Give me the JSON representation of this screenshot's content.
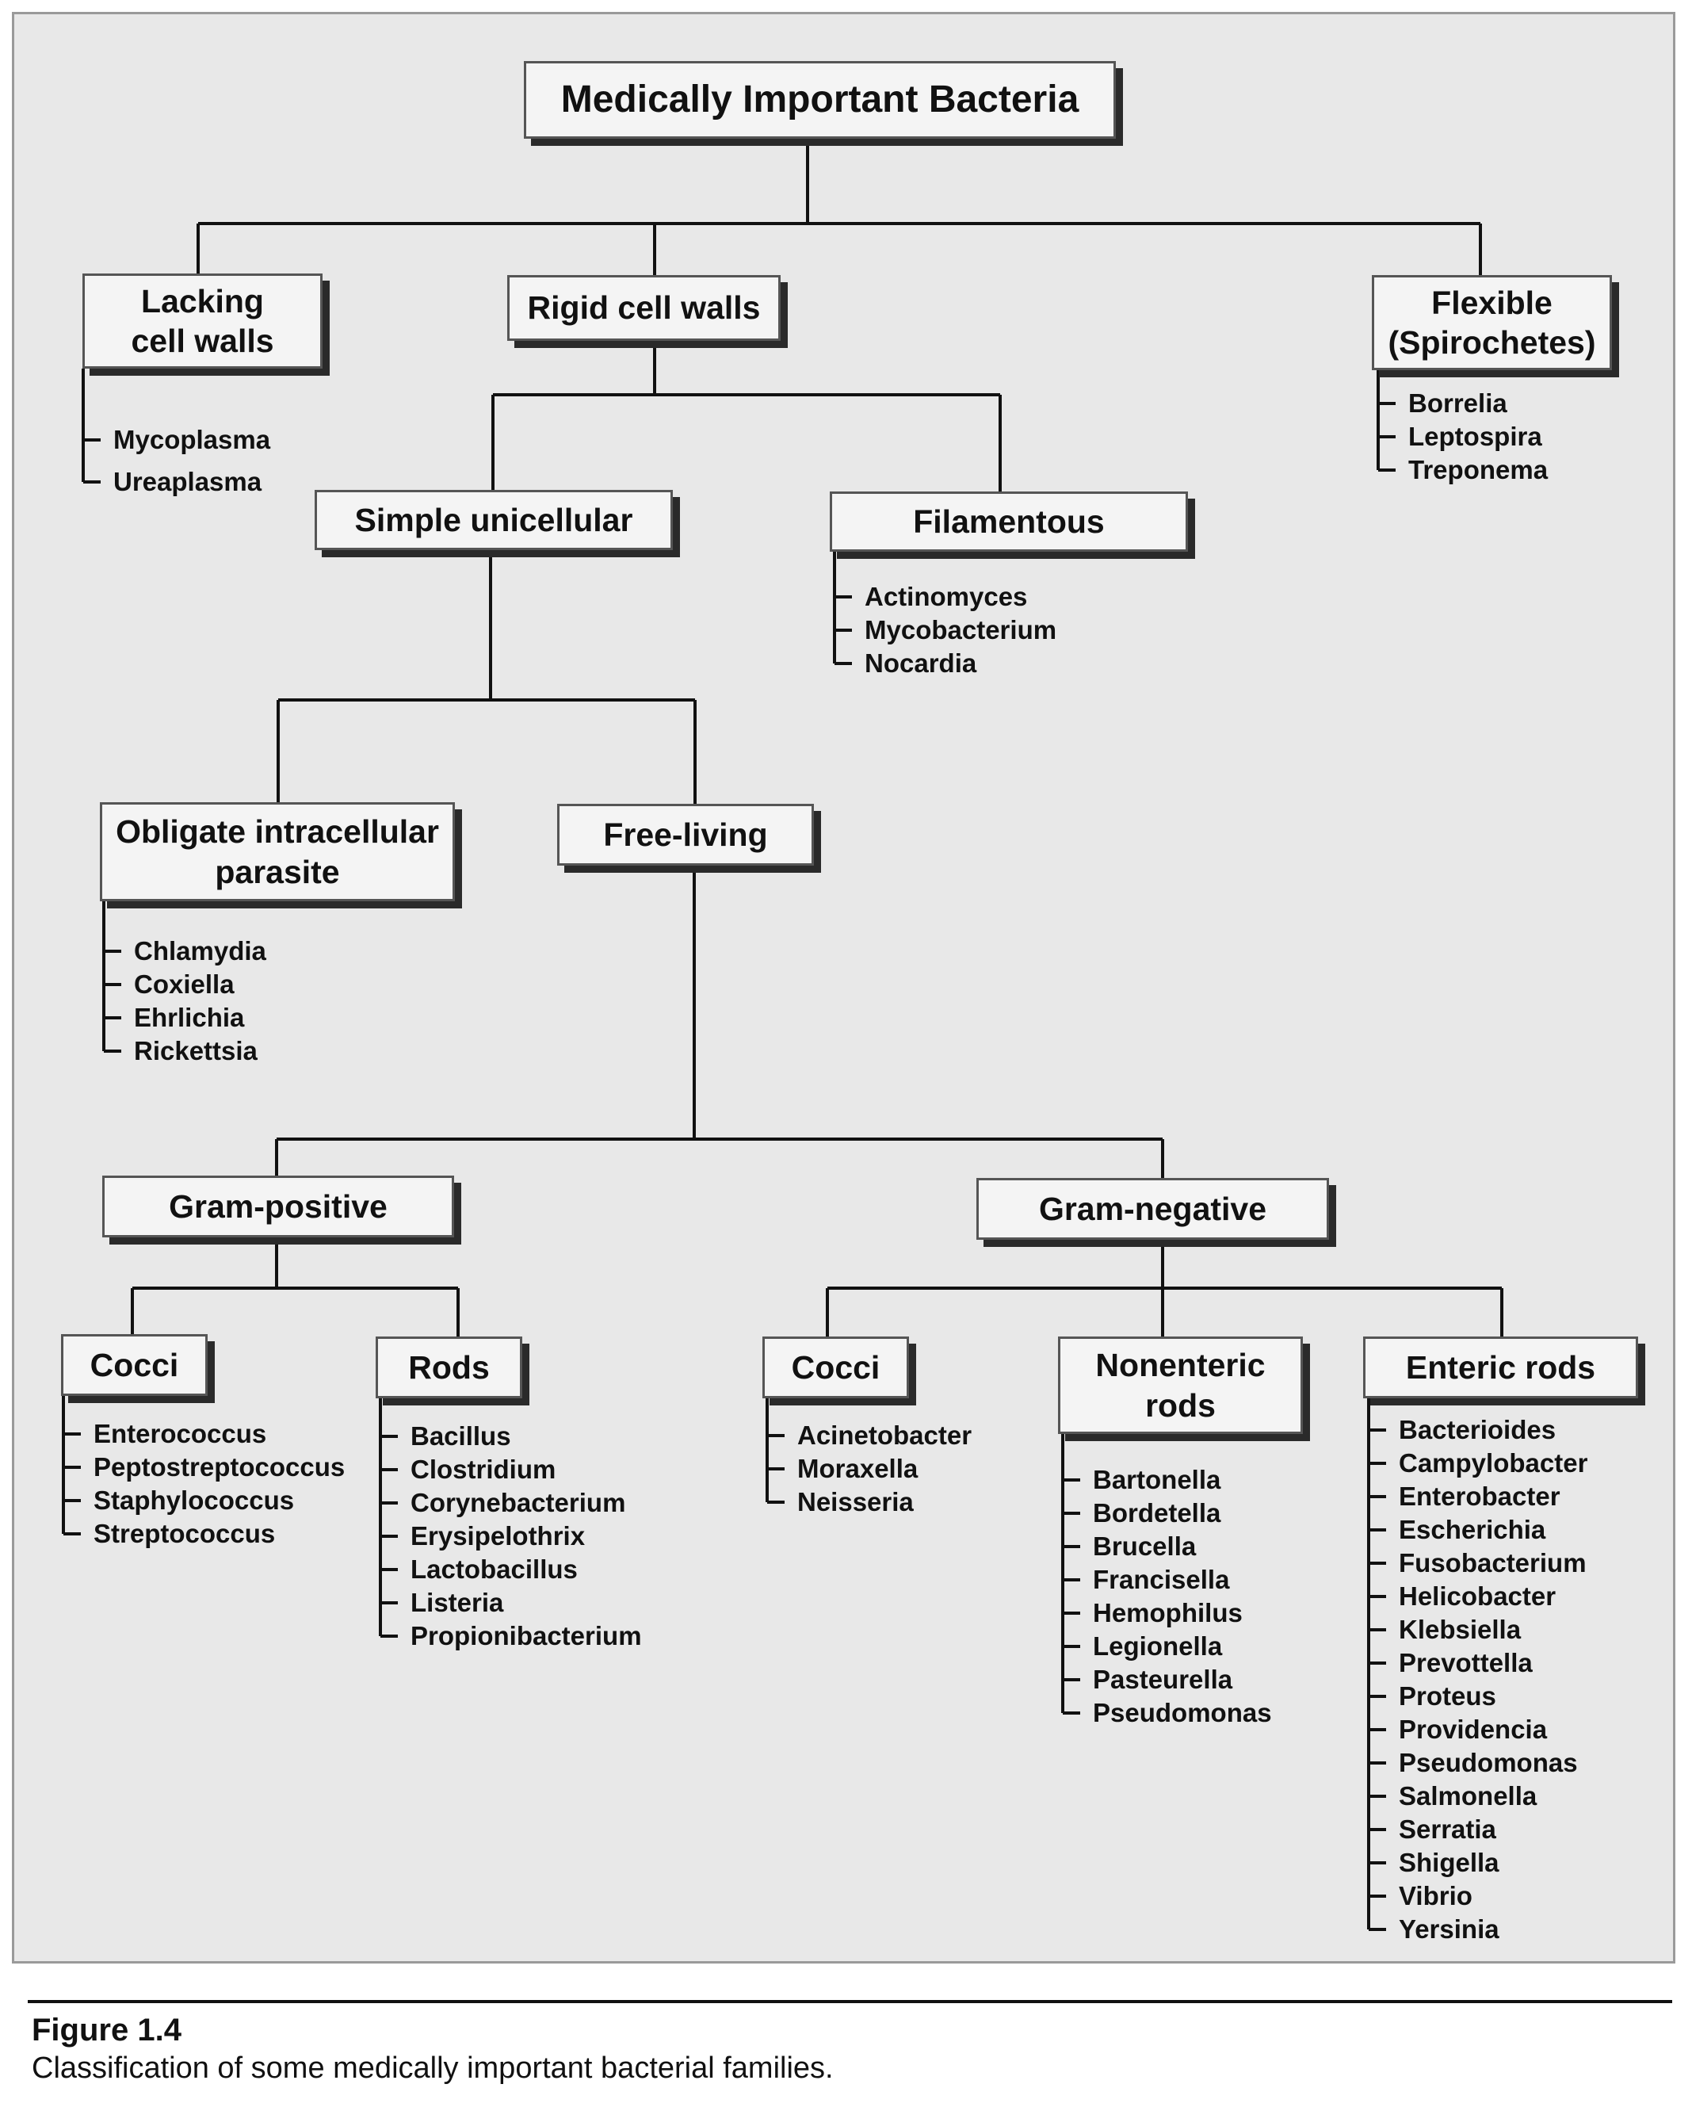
{
  "diagram": {
    "root": "Medically Important Bacteria",
    "categories": {
      "lacking": "Lacking\ncell walls",
      "rigid": "Rigid cell walls",
      "flexible": "Flexible\n(Spirochetes)",
      "simple": "Simple unicellular",
      "filamentous": "Filamentous",
      "obligate": "Obligate intracellular\nparasite",
      "free_living": "Free-living",
      "gram_positive": "Gram-positive",
      "gram_negative": "Gram-negative",
      "gp_cocci": "Cocci",
      "gp_rods": "Rods",
      "gn_cocci": "Cocci",
      "nonenteric": "Nonenteric\nrods",
      "enteric": "Enteric rods"
    },
    "lists": {
      "lacking": [
        "Mycoplasma",
        "Ureaplasma"
      ],
      "flexible": [
        "Borrelia",
        "Leptospira",
        "Treponema"
      ],
      "filamentous": [
        "Actinomyces",
        "Mycobacterium",
        "Nocardia"
      ],
      "obligate": [
        "Chlamydia",
        "Coxiella",
        "Ehrlichia",
        "Rickettsia"
      ],
      "gp_cocci": [
        "Enterococcus",
        "Peptostreptococcus",
        "Staphylococcus",
        "Streptococcus"
      ],
      "gp_rods": [
        "Bacillus",
        "Clostridium",
        "Corynebacterium",
        "Erysipelothrix",
        "Lactobacillus",
        "Listeria",
        "Propionibacterium"
      ],
      "gn_cocci": [
        "Acinetobacter",
        "Moraxella",
        "Neisseria"
      ],
      "nonenteric": [
        "Bartonella",
        "Bordetella",
        "Brucella",
        "Francisella",
        "Hemophilus",
        "Legionella",
        "Pasteurella",
        "Pseudomonas"
      ],
      "enteric": [
        "Bacterioides",
        "Campylobacter",
        "Enterobacter",
        "Escherichia",
        "Fusobacterium",
        "Helicobacter",
        "Klebsiella",
        "Prevottella",
        "Proteus",
        "Providencia",
        "Pseudomonas",
        "Salmonella",
        "Serratia",
        "Shigella",
        "Vibrio",
        "Yersinia"
      ]
    }
  },
  "caption": {
    "label": "Figure 1.4",
    "text": "Classification of some medically important bacterial families."
  }
}
